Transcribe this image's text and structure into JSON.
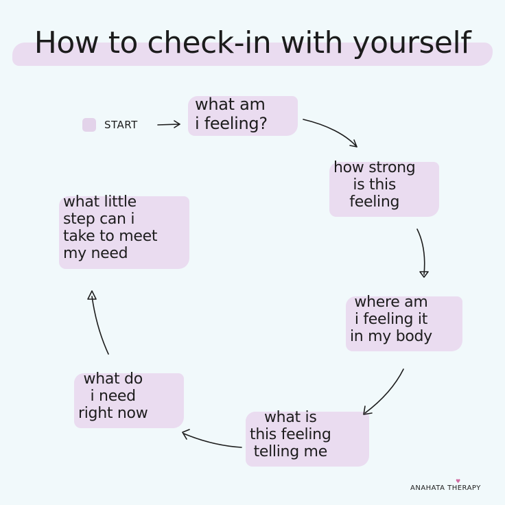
{
  "title": "How to check-in with yourself",
  "start_label": "START",
  "steps": [
    "what am\ni feeling?",
    "how strong\nis this\nfeeling",
    "where am\ni feeling it\nin my body",
    "what is\nthis feeling\ntelling me",
    "what do\ni need\nright now",
    "what little\nstep can i\ntake to meet\nmy need"
  ],
  "credit": "ANAHATA THERAPY",
  "colors": {
    "background": "#f1f9fb",
    "highlight": "#eadcf0",
    "ink": "#1c1c1c"
  }
}
